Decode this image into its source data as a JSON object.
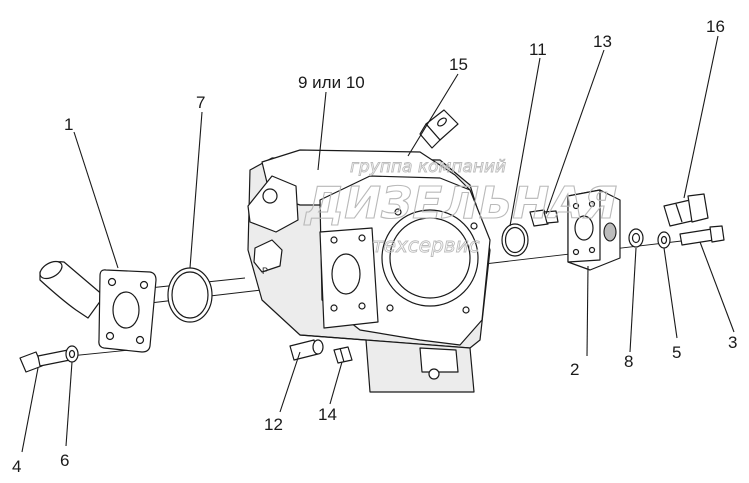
{
  "labels": {
    "p1": "1",
    "p2": "2",
    "p3": "3",
    "p4": "4",
    "p5": "5",
    "p6": "6",
    "p7": "7",
    "p8": "8",
    "p9_10": "9 или 10",
    "p11": "11",
    "p12": "12",
    "p13": "13",
    "p14": "14",
    "p15": "15",
    "p16": "16"
  },
  "body_marking": "P",
  "watermark": {
    "line1": "группа компаний",
    "line2": "ДИЗЕЛЬНАЯ",
    "line3": "техсервис"
  }
}
